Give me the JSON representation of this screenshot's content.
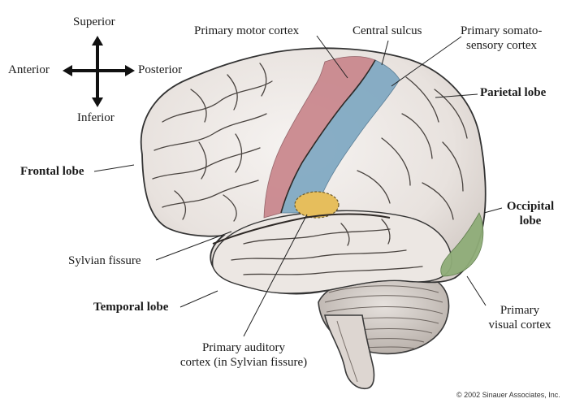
{
  "compass": {
    "superior": "Superior",
    "inferior": "Inferior",
    "anterior": "Anterior",
    "posterior": "Posterior"
  },
  "labels": {
    "primary_motor_cortex": "Primary motor cortex",
    "central_sulcus": "Central sulcus",
    "primary_somatosensory_cortex_1": "Primary somato-",
    "primary_somatosensory_cortex_2": "sensory cortex",
    "parietal_lobe": "Parietal lobe",
    "frontal_lobe": "Frontal lobe",
    "occipital_lobe_1": "Occipital",
    "occipital_lobe_2": "lobe",
    "sylvian_fissure": "Sylvian fissure",
    "temporal_lobe": "Temporal lobe",
    "primary_visual_cortex_1": "Primary",
    "primary_visual_cortex_2": "visual cortex",
    "primary_auditory_cortex_1": "Primary auditory",
    "primary_auditory_cortex_2": "cortex (in Sylvian fissure)"
  },
  "copyright": "© 2002 Sinauer Associates, Inc.",
  "colors": {
    "motor_cortex": "#c9868c",
    "somatosensory_cortex": "#7fa8c2",
    "auditory_cortex": "#e6be5c",
    "visual_cortex": "#8fad78",
    "cortex_tissue": "#ebe6e2",
    "outline": "#3a3a3a"
  }
}
